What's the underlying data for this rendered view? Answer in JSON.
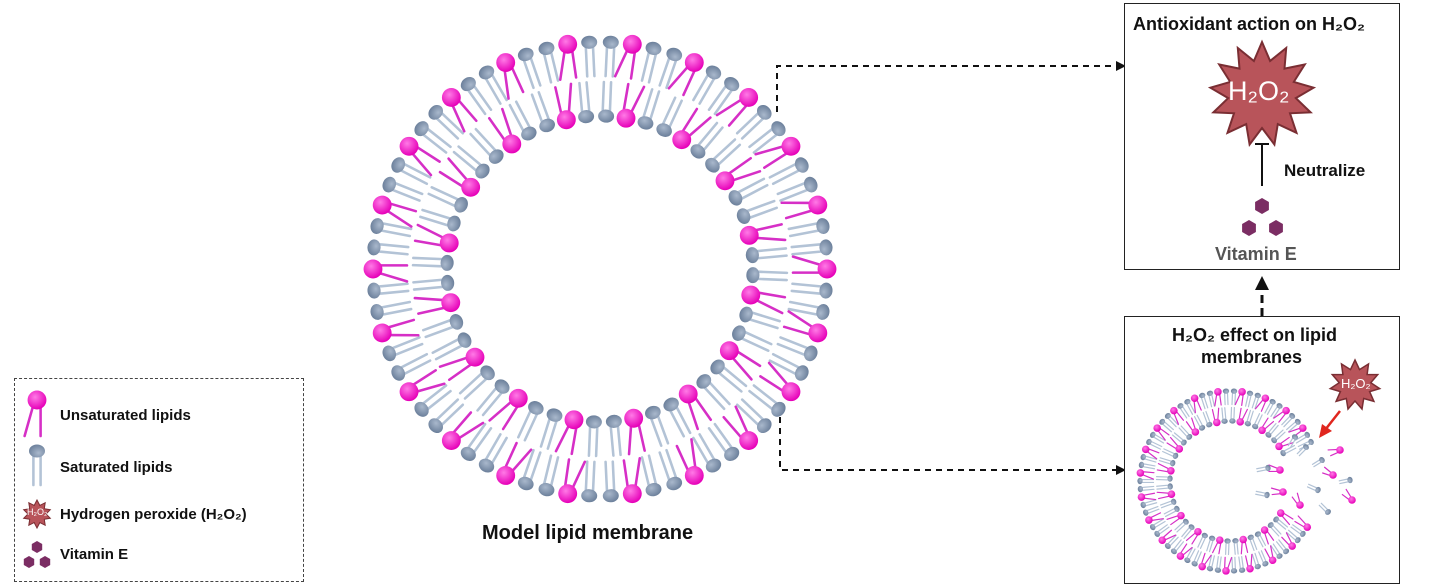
{
  "colors": {
    "unsaturated": "#ff14c8",
    "unsaturated_tail": "#d62fc6",
    "saturated": "#7f93ad",
    "saturated_tail": "#b3c3d6",
    "peroxide": "#b8545a",
    "peroxide_stroke": "#7a2e33",
    "vitamin": "#7b2d63",
    "arrow_red": "#e0261e"
  },
  "main_label": "Model lipid membrane",
  "antioxidant_box": {
    "title": "Antioxidant action on H₂O₂",
    "star_label": "H₂O₂",
    "neutralize_label": "Neutralize",
    "vitamin_label": "Vitamin E",
    "icon": "peroxide-star-icon"
  },
  "effect_box": {
    "title_line1": "H₂O₂ effect on lipid",
    "title_line2": "membranes",
    "star_label": "H₂O₂"
  },
  "legend": {
    "items": [
      {
        "label": "Unsaturated lipids",
        "icon": "unsaturated-lipid-icon"
      },
      {
        "label": "Saturated lipids",
        "icon": "saturated-lipid-icon"
      },
      {
        "label": "Hydrogen peroxide (H₂O₂)",
        "icon": "peroxide-star-icon",
        "icon_text": "H₂O₂"
      },
      {
        "label": "Vitamin E",
        "icon": "vitamin-e-icon"
      }
    ]
  }
}
